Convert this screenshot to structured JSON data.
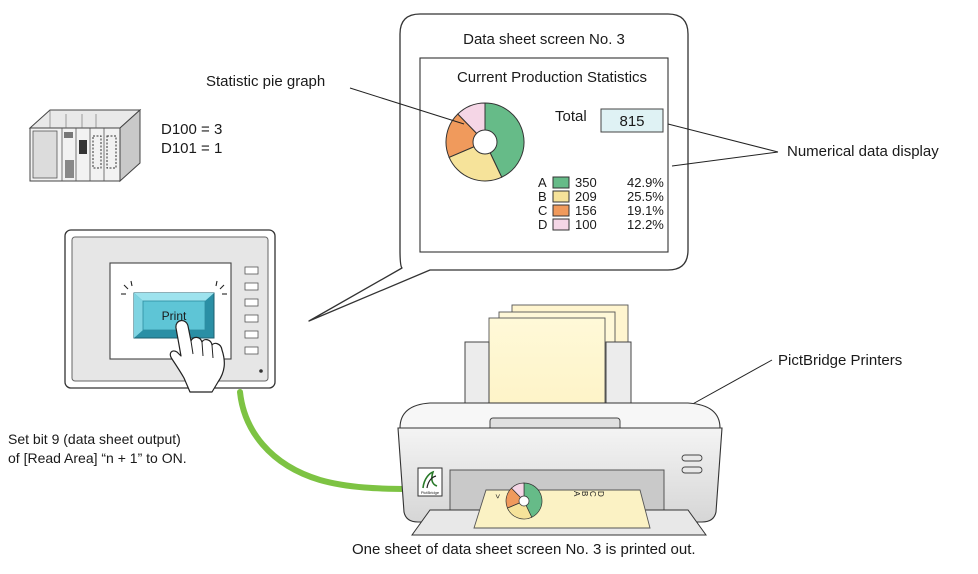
{
  "bubble": {
    "title": "Data sheet screen No. 3"
  },
  "sheet": {
    "title": "Current Production Statistics",
    "total_label": "Total",
    "total_value": "815",
    "rows": [
      {
        "key": "A",
        "value": "350",
        "percent": "42.9%",
        "color": "#66bb88"
      },
      {
        "key": "B",
        "value": "209",
        "percent": "25.5%",
        "color": "#f6e39a"
      },
      {
        "key": "C",
        "value": "156",
        "percent": "19.1%",
        "color": "#f09a5c"
      },
      {
        "key": "D",
        "value": "100",
        "percent": "12.2%",
        "color": "#f5d6e6"
      }
    ]
  },
  "callouts": {
    "pie_graph": "Statistic pie graph",
    "numerical_display": "Numerical data display",
    "printer": "PictBridge Printers"
  },
  "plc": {
    "line1": "D100 = 3",
    "line2": "D101 = 1"
  },
  "touch_panel": {
    "button_label": "Print"
  },
  "instruction": {
    "line1": "Set bit 9 (data sheet output)",
    "line2": "of [Read Area] “n + 1” to ON."
  },
  "caption": "One sheet of data sheet screen No. 3 is printed out.",
  "printout": {
    "letters": [
      "A",
      "B",
      "C",
      "D"
    ]
  },
  "pictbridge_logo_text": "PictBridge",
  "colors": {
    "panel_button": "#5ec5d6",
    "cable": "#7dc343",
    "display_box": "#dff2f4"
  }
}
